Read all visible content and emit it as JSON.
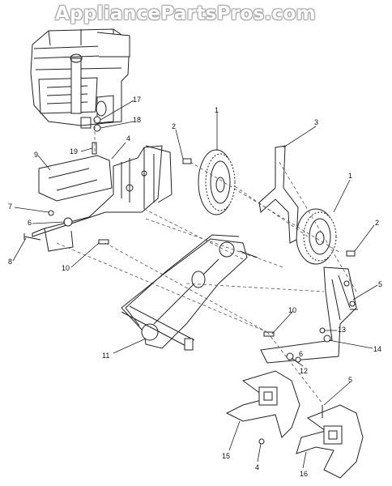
{
  "watermark": "AppliancePartsPros.com",
  "callouts": {
    "c1a": "1",
    "c1b": "1",
    "c2a": "2",
    "c2b": "2",
    "c3": "3",
    "c4a": "4",
    "c4b": "4",
    "c5a": "5",
    "c5b": "5",
    "c6a": "6",
    "c6b": "6",
    "c7": "7",
    "c8": "8",
    "c9": "9",
    "c10a": "10",
    "c10b": "10",
    "c11": "11",
    "c12": "12",
    "c13": "13",
    "c14": "14",
    "c15": "15",
    "c16": "16",
    "c17": "17",
    "c18": "18",
    "c19": "19"
  }
}
